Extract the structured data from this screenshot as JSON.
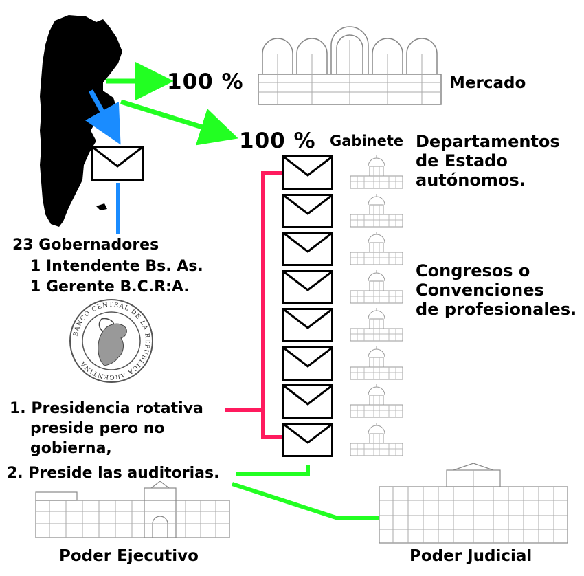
{
  "labels": {
    "pct_top": "100 %",
    "pct_mid": "100 %",
    "mercado": "Mercado",
    "gabinete": "Gabinete",
    "departamentos": [
      "Departamentos",
      "de Estado",
      "autónomos."
    ],
    "congresos": [
      "Congresos o",
      "Convenciones",
      "de profesionales."
    ],
    "gobernadores": [
      "23  Gobernadores",
      "1 Intendente  Bs. As.",
      "1 Gerente B.C.R:A."
    ],
    "presidencia": [
      "1.  Presidencia rotativa",
      "preside pero no",
      "gobierna,"
    ],
    "auditorias": "2. Preside las auditorias.",
    "poder_ejecutivo": "Poder Ejecutivo",
    "poder_judicial": "Poder Judicial",
    "bcra_seal": "BANCO CENTRAL DE LA REPUBLICA ARGENTINA"
  },
  "colors": {
    "green": "#22ff22",
    "blue": "#1a8cff",
    "pink": "#ff1a5e",
    "black": "#000000"
  },
  "icons": {
    "envelope": "envelope-icon",
    "congress": "congress-building-icon",
    "map": "argentina-map"
  }
}
